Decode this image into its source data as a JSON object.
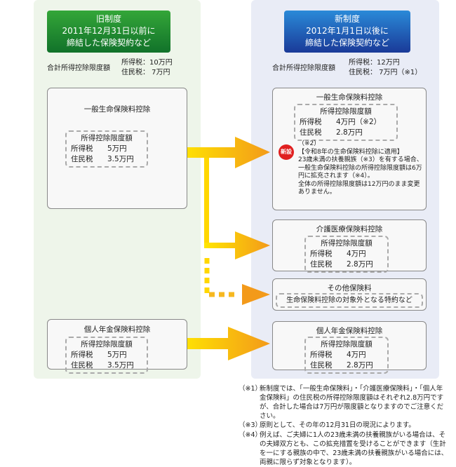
{
  "old": {
    "title": "旧制度",
    "date": "2011年12月31日以前に",
    "sub": "締結した保険契約など",
    "total_label": "合計所得控除限度額",
    "total_income": "所得税：10万円",
    "total_resident": "住民税：  7万円",
    "general": {
      "title": "一般生命保険料控除",
      "limit": "所得控除限度額",
      "income_label": "所得税",
      "income": "5万円",
      "resident_label": "住民税",
      "resident": "3.5万円"
    },
    "pension": {
      "title": "個人年金保険料控除",
      "limit": "所得控除限度額",
      "income_label": "所得税",
      "income": "5万円",
      "resident_label": "住民税",
      "resident": "3.5万円"
    }
  },
  "new": {
    "title": "新制度",
    "date": "2012年1月1日以後に",
    "sub": "締結した保険契約など",
    "total_label": "合計所得控除限度額",
    "total_income": "所得税：12万円",
    "total_resident": "住民税：  7万円（※1）",
    "general": {
      "title": "一般生命保険料控除",
      "limit": "所得控除限度額",
      "income_label": "所得税",
      "income": "4万円（※2）",
      "resident_label": "住民税",
      "resident": "2.8万円",
      "badge": "新設",
      "note": [
        "（※2）",
        "【令和8年の生命保険料控除に適用】",
        "23歳未満の扶養親族（※3）を有する場合、一般生命保険料控除の所得控除限度額は6万円に拡充されます（※4）。",
        "全体の所得控除限度額は12万円のまま変更ありません。"
      ]
    },
    "care": {
      "title": "介護医療保険料控除",
      "limit": "所得控除限度額",
      "income_label": "所得税",
      "income": "4万円",
      "resident_label": "住民税",
      "resident": "2.8万円"
    },
    "other": {
      "title": "その他保険料",
      "desc": "生命保険料控除の対象外となる特約など"
    },
    "pension": {
      "title": "個人年金保険料控除",
      "limit": "所得控除限度額",
      "income_label": "所得税",
      "income": "4万円",
      "resident_label": "住民税",
      "resident": "2.8万円"
    }
  },
  "footnotes": [
    {
      "key": "（※1）",
      "text": "新制度では、「一般生命保険料」・「介護医療保険料」・「個人年金保険料」の住民税の所得控除限度額はそれぞれ2.8万円ですが、合計した場合は7万円が限度額となりますのでご注意ください。"
    },
    {
      "key": "（※3）",
      "text": "原則として、その年の12月31日の現況によります。"
    },
    {
      "key": "（※4）",
      "text": "例えば、ご夫婦に1人の23歳未満の扶養親族がいる場合は、その夫婦双方とも、この拡充措置を受けることができます（生計を一にする親族の中で、23歳未満の扶養親族がいる場合には、両親に限らず対象となります）。"
    }
  ],
  "colors": {
    "old_header": "#1f8a2a",
    "new_header": "#1a4fb0",
    "arrow": "#f39a1a",
    "badge": "#e02020"
  }
}
